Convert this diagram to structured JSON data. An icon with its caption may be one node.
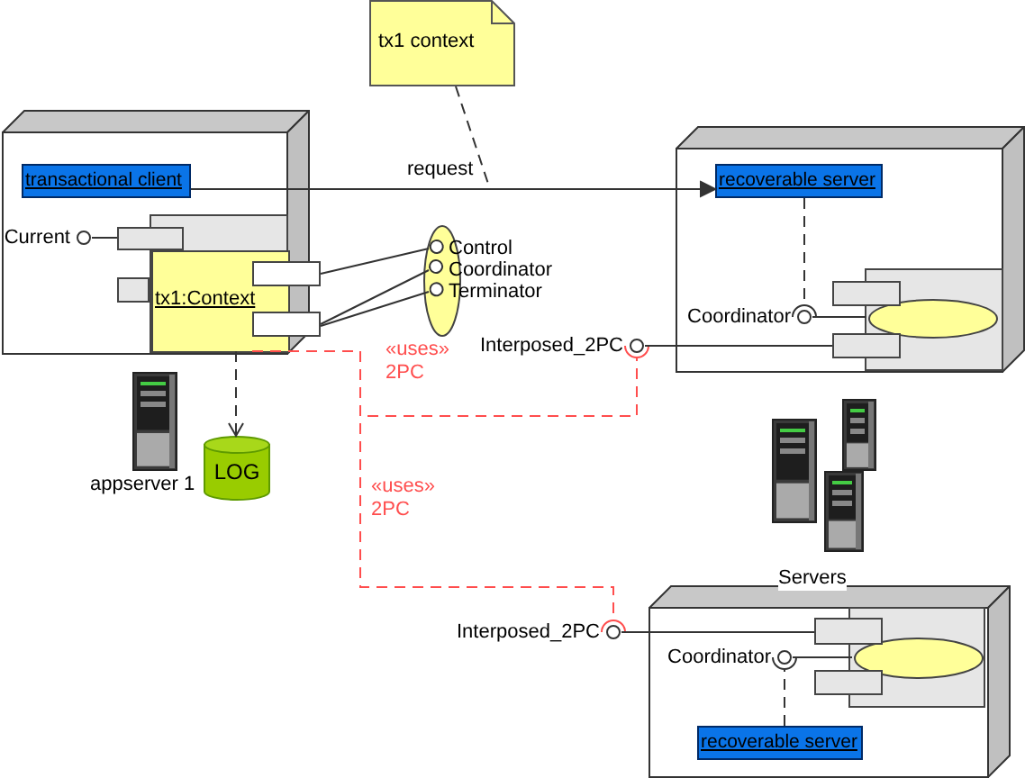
{
  "diagram": {
    "nodes": [
      {
        "text": [],
        "shape": "box"
      },
      {
        "text": [
          "transactional client"
        ],
        "in": 0
      },
      {
        "text": [],
        "shape": "box",
        "in": 0
      },
      {
        "text": [],
        "shape": "box",
        "in": 0
      },
      {
        "text": [],
        "shape": "box",
        "in": 0
      },
      {
        "text": [
          "Current"
        ],
        "in": 0
      },
      {
        "text": [
          "tx1:Context"
        ],
        "in": 2
      },
      {
        "text": [],
        "shape": "box"
      },
      {
        "text": [],
        "shape": "box"
      },
      {
        "text": [],
        "shape": "ellipse"
      },
      {
        "text": [
          "Control"
        ]
      },
      {
        "text": [
          "Coordinator"
        ]
      },
      {
        "text": [
          "Terminator"
        ]
      },
      {
        "text": [
          "tx1 context"
        ]
      },
      {
        "text": [
          "LOG"
        ]
      },
      {
        "text": [],
        "shape": "box"
      },
      {
        "text": [
          "recoverable server"
        ],
        "in": 15
      },
      {
        "text": [],
        "shape": "box",
        "in": 15
      },
      {
        "text": [],
        "shape": "box",
        "in": 15
      },
      {
        "text": [],
        "shape": "box",
        "in": 15
      },
      {
        "text": [],
        "shape": "ellipse",
        "in": 17
      },
      {
        "text": [
          "Coordinator"
        ],
        "in": 15
      },
      {
        "text": [
          "Interposed_2PC"
        ]
      },
      {
        "text": [],
        "shape": "box"
      },
      {
        "text": [],
        "shape": "box",
        "in": 23
      },
      {
        "text": [],
        "shape": "box",
        "in": 23
      },
      {
        "text": [],
        "shape": "box",
        "in": 23
      },
      {
        "text": [],
        "shape": "ellipse",
        "in": 24
      },
      {
        "text": [
          "Coordinator"
        ],
        "in": 23
      },
      {
        "text": [
          "recoverable server"
        ],
        "in": 23
      },
      {
        "text": [
          "Interposed_2PC"
        ]
      }
    ],
    "edges": [
      {
        "from": 1,
        "to": 16,
        "arrow": "to",
        "label": "request"
      },
      {
        "from": 13,
        "to": null,
        "arrow": "none",
        "style": "dashed"
      },
      {
        "from": 5,
        "to": 3,
        "arrow": "other"
      },
      {
        "from": 10,
        "to": 7,
        "arrow": "other"
      },
      {
        "from": 11,
        "to": 8,
        "arrow": "other"
      },
      {
        "from": 12,
        "to": 8,
        "arrow": "other"
      },
      {
        "from": 6,
        "to": 14,
        "arrow": "to",
        "style": "dashed"
      },
      {
        "from": 6,
        "to": 22,
        "arrow": "other",
        "label": "«uses» 2PC",
        "style": "dashed",
        "color": "#ff4d4d"
      },
      {
        "from": 6,
        "to": 30,
        "arrow": "other",
        "label": "«uses» 2PC",
        "style": "dashed",
        "color": "#ff4d4d"
      },
      {
        "from": 22,
        "to": 19,
        "arrow": "other"
      },
      {
        "from": 16,
        "to": 21,
        "arrow": "other",
        "style": "dashed"
      },
      {
        "from": 21,
        "to": 20,
        "arrow": "other"
      },
      {
        "from": 30,
        "to": 25,
        "arrow": "other"
      },
      {
        "from": 29,
        "to": 28,
        "arrow": "other",
        "style": "dashed"
      },
      {
        "from": 28,
        "to": 27,
        "arrow": "other"
      }
    ],
    "labels": [
      "appserver 1",
      "Servers"
    ]
  }
}
